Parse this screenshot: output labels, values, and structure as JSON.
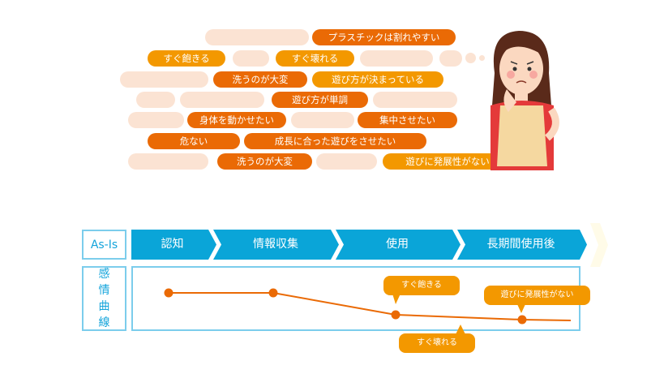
{
  "concerns": [
    {
      "text": "プラスチックは割れやすい",
      "tone": "dark"
    },
    {
      "text": "すぐ飽きる",
      "tone": "light"
    },
    {
      "text": "すぐ壊れる",
      "tone": "light"
    },
    {
      "text": "洗うのが大変",
      "tone": "dark"
    },
    {
      "text": "遊び方が決まっている",
      "tone": "light"
    },
    {
      "text": "遊び方が単調",
      "tone": "dark"
    },
    {
      "text": "身体を動かせたい",
      "tone": "dark"
    },
    {
      "text": "集中させたい",
      "tone": "dark"
    },
    {
      "text": "危ない",
      "tone": "dark"
    },
    {
      "text": "成長に合った遊びをさせたい",
      "tone": "dark"
    },
    {
      "text": "洗うのが大変",
      "tone": "dark"
    },
    {
      "text": "遊びに発展性がない",
      "tone": "light"
    }
  ],
  "journey": {
    "row_label": "As-Is",
    "stages": [
      "認知",
      "情報収集",
      "使用",
      "長期間使用後"
    ],
    "emotion_label": "感情曲線",
    "emotion_points": [
      0.75,
      0.75,
      0.3,
      0.2
    ],
    "callouts": [
      "すぐ飽きる",
      "すぐ壊れる",
      "遊びに発展性がない"
    ]
  },
  "colors": {
    "dark": "#ea6a05",
    "light": "#f39800",
    "pale": "#fbe3d3",
    "blue": "#0aa5d8"
  }
}
